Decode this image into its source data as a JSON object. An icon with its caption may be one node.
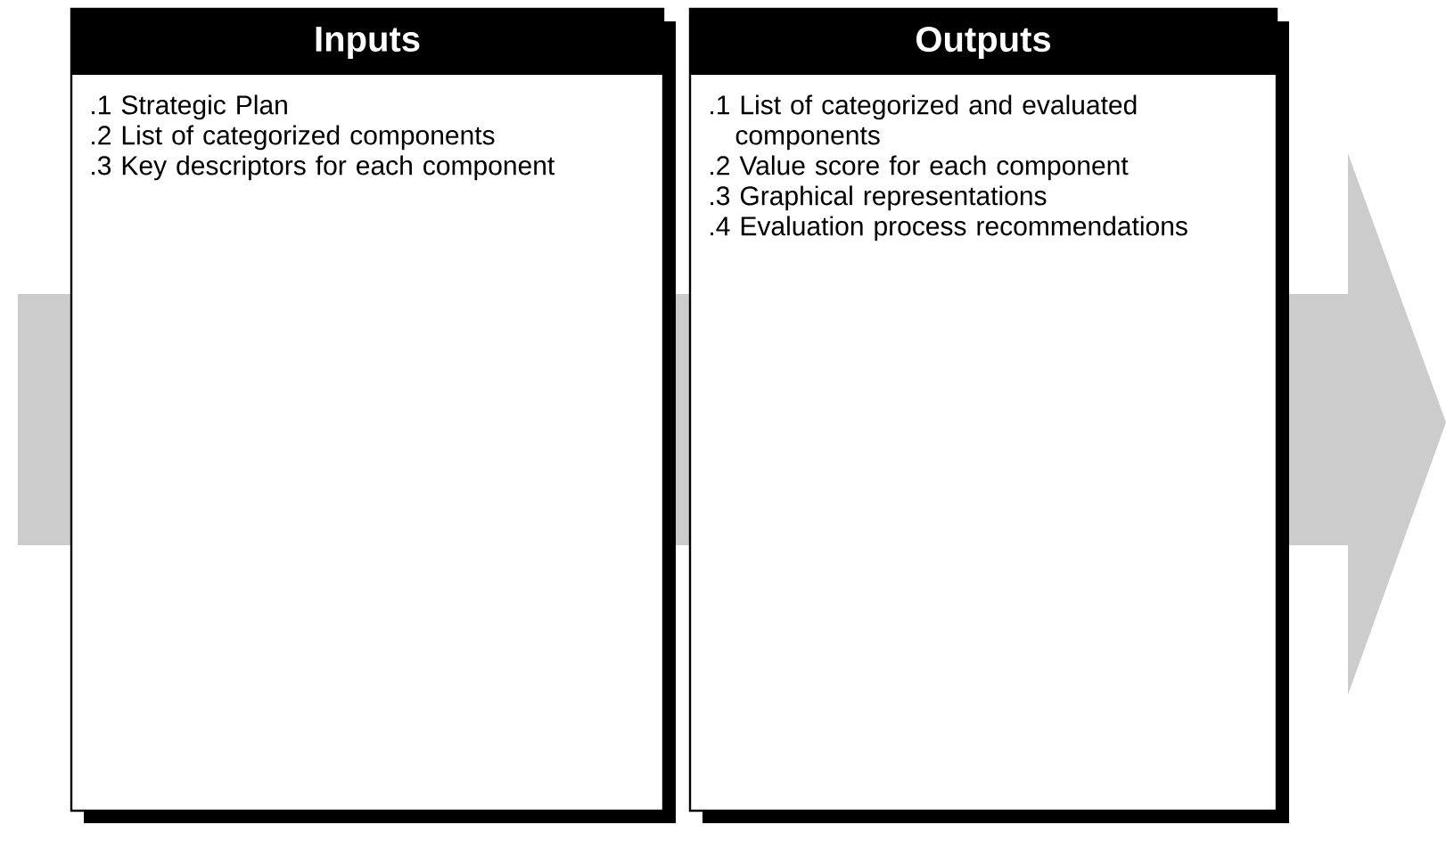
{
  "diagram": {
    "nodes": [
      {
        "text": [
          "Inputs",
          ".1 Strategic Plan",
          ".2 List of categorized components",
          ".3 Key descriptors for each component"
        ]
      },
      {
        "text": [
          "Outputs",
          ".1 List of categorized and evaluated components",
          ".2 Value score for each component",
          ".3 Graphical representations",
          ".4 Evaluation process recommendations"
        ]
      }
    ]
  }
}
